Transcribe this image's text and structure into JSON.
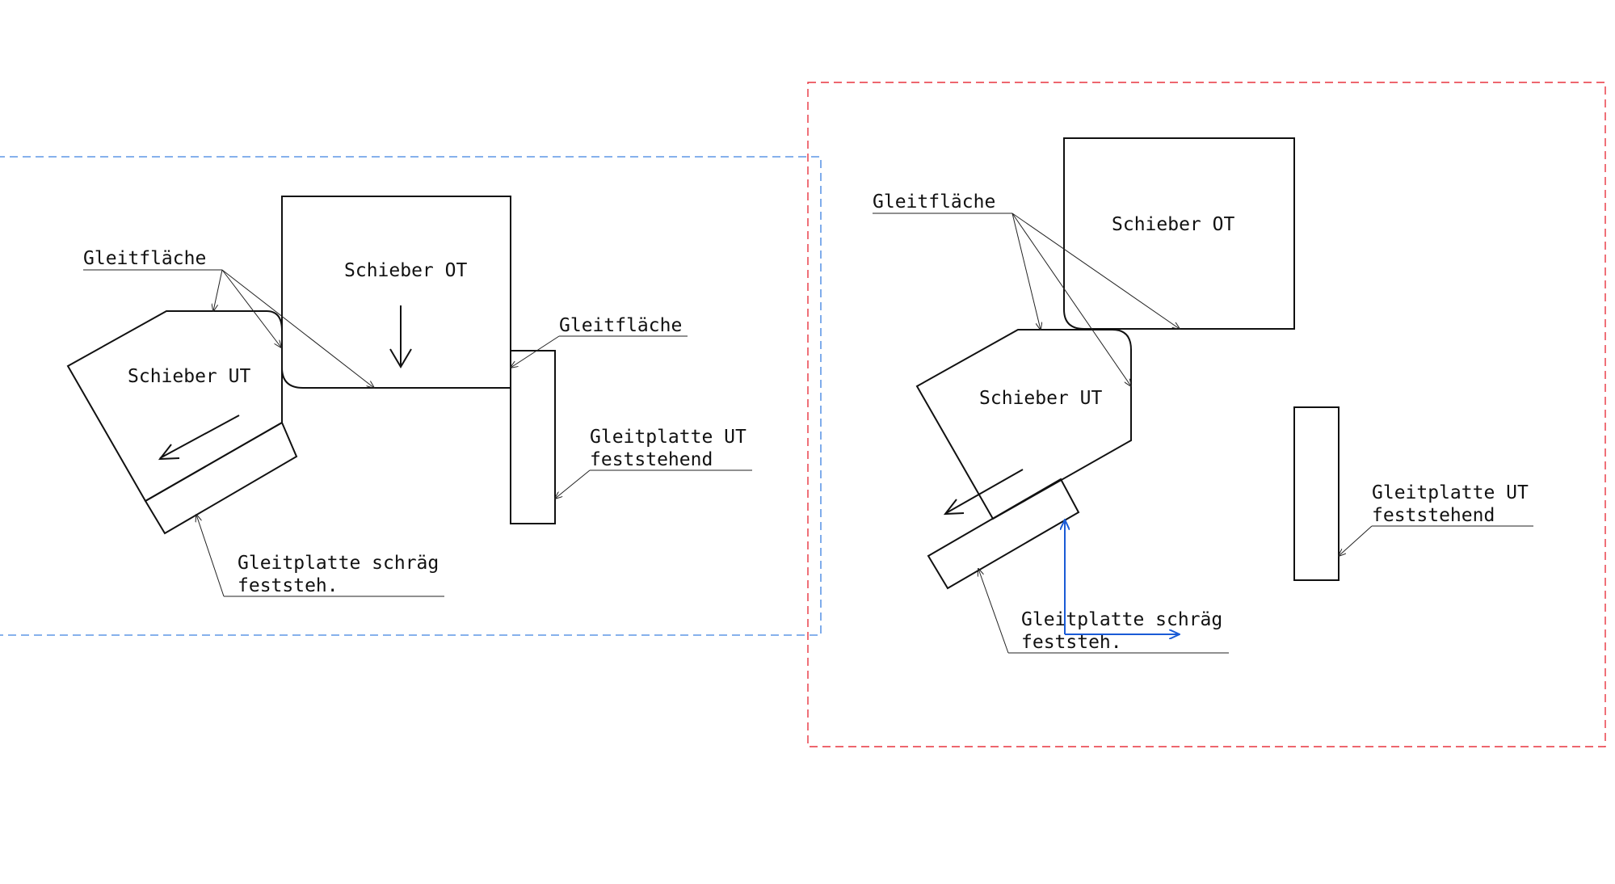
{
  "diagram": {
    "left_panel": {
      "frame_color": "#5f97e6",
      "labels": {
        "slider_top": "Schieber OT",
        "slider_bottom": "Schieber UT",
        "sliding_surface_1": "Gleitfläche",
        "sliding_surface_2": "Gleitfläche",
        "plate_fixed_line1": "Gleitplatte UT",
        "plate_fixed_line2": "feststehend",
        "plate_slanted_line1": "Gleitplatte schräg",
        "plate_slanted_line2": "feststeh."
      }
    },
    "right_panel": {
      "frame_color": "#e8343f",
      "accent_color": "#1a5bd6",
      "labels": {
        "slider_top": "Schieber OT",
        "slider_bottom": "Schieber UT",
        "sliding_surface": "Gleitfläche",
        "plate_fixed_line1": "Gleitplatte UT",
        "plate_fixed_line2": "feststehend",
        "plate_slanted_line1": "Gleitplatte schräg",
        "plate_slanted_line2": "feststeh."
      }
    }
  }
}
